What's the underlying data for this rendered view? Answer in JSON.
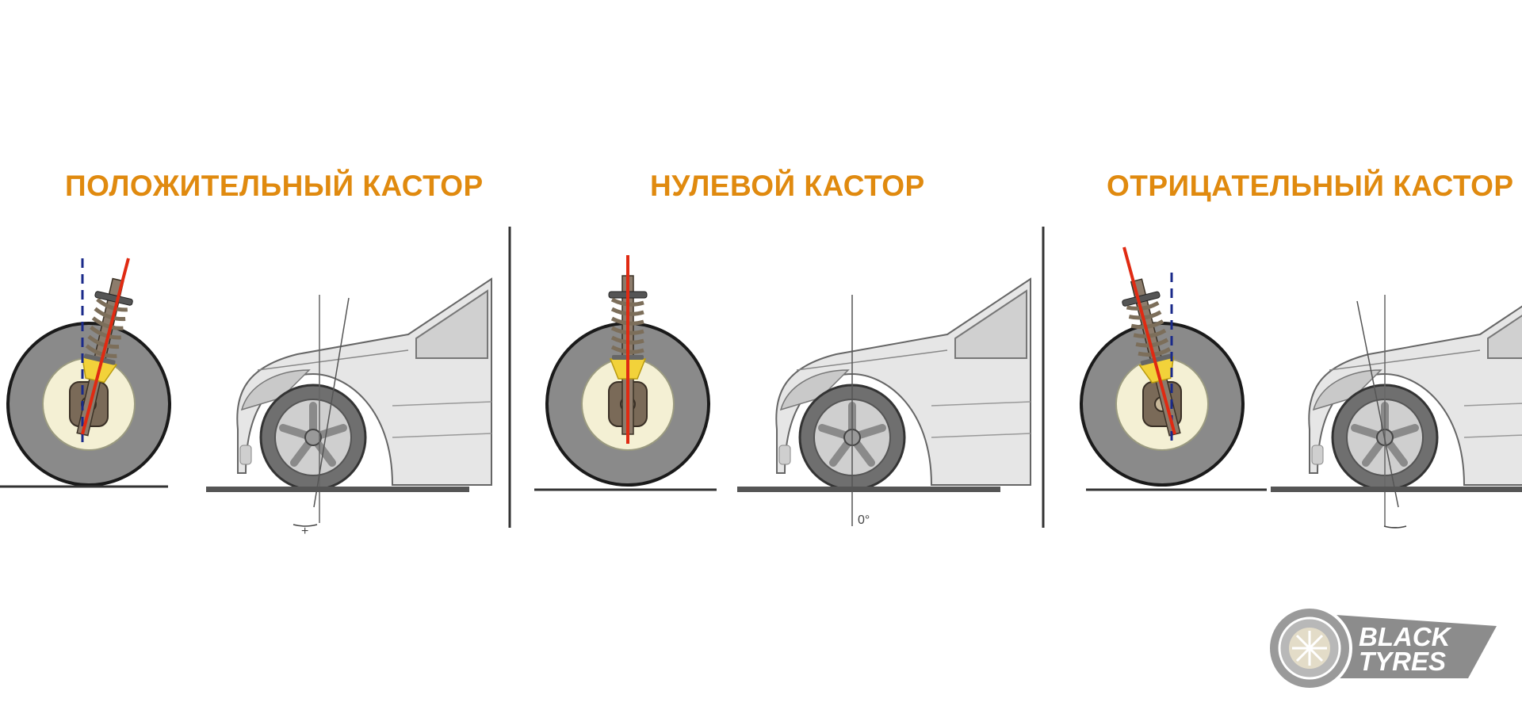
{
  "panels": [
    {
      "title": "ПОЛОЖИТЕЛЬНЫЙ КАСТОР",
      "angle_label": "+"
    },
    {
      "title": "НУЛЕВОЙ КАСТОР",
      "angle_label": "0°"
    },
    {
      "title": "ОТРИЦАТЕЛЬНЫЙ КАСТОР",
      "angle_label": "−"
    }
  ],
  "logo": {
    "line1": "BLACK",
    "line2": "TYRES"
  },
  "colors": {
    "title": "#e08a0f",
    "axis_line": "#e02a12",
    "vertical_reference": "#1a2a8a",
    "tire": "#8a8a8a",
    "rim": "#f4f0d4",
    "spring": "#b0a48a",
    "car_body": "#e4e4e4",
    "ground": "#555555"
  },
  "icons": [
    "tire-icon",
    "suspension-strut-icon",
    "car-front-icon",
    "logo-wheel-icon"
  ]
}
